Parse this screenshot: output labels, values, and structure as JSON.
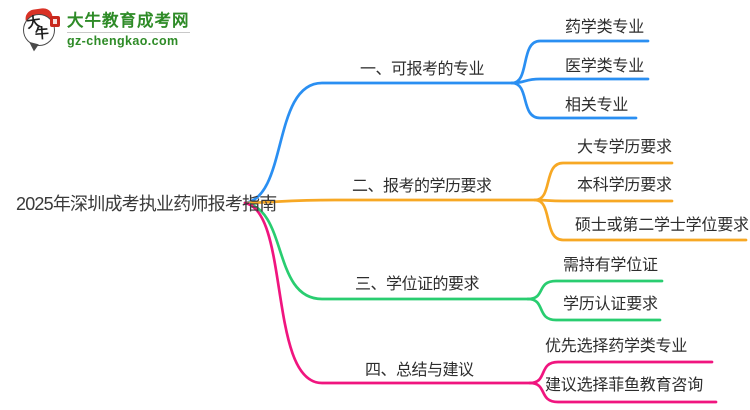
{
  "logo": {
    "site_name": "大牛教育成考网",
    "site_url": "gz-chengkao.com",
    "icon_char_top": "大",
    "icon_char_bottom": "牛",
    "brand_green": "#2e8b27",
    "brand_red": "#d93226"
  },
  "mindmap": {
    "root": "2025年深圳成考执业药师报考指南",
    "branches": [
      {
        "label": "一、可报考的专业",
        "color": "#2a8ff2",
        "children": [
          "药学类专业",
          "医学类专业",
          "相关专业"
        ]
      },
      {
        "label": "二、报考的学历要求",
        "color": "#f7a824",
        "children": [
          "大专学历要求",
          "本科学历要求",
          "硕士或第二学士学位要求"
        ]
      },
      {
        "label": "三、学位证的要求",
        "color": "#29cd70",
        "children": [
          "需持有学位证",
          "学历认证要求"
        ]
      },
      {
        "label": "四、总结与建议",
        "color": "#f0157f",
        "children": [
          "优先选择药学类专业",
          "建议选择菲鱼教育咨询"
        ]
      }
    ]
  }
}
